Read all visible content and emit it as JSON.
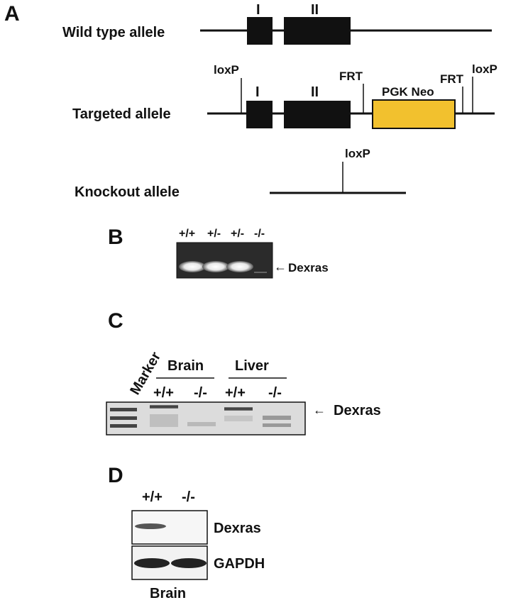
{
  "panels": {
    "a": "A",
    "b": "B",
    "c": "C",
    "d": "D"
  },
  "panel_a": {
    "wild_type_label": "Wild type allele",
    "targeted_label": "Targeted allele",
    "knockout_label": "Knockout allele",
    "exon1": "I",
    "exon2": "II",
    "loxp": "loxP",
    "frt": "FRT",
    "neo": "PGK Neo",
    "neo_color": "#f2c12e"
  },
  "panel_b": {
    "lanes": [
      "+/+",
      "+/-",
      "+/-",
      "-/-"
    ],
    "band_label": "Dexras"
  },
  "panel_c": {
    "marker": "Marker",
    "groups": [
      "Brain",
      "Liver"
    ],
    "lanes": [
      "+/+",
      "-/-",
      "+/+",
      "-/-"
    ],
    "band_label": "Dexras"
  },
  "panel_d": {
    "lanes": [
      "+/+",
      "-/-"
    ],
    "rows": [
      "Dexras",
      "GAPDH"
    ],
    "tissue": "Brain"
  }
}
